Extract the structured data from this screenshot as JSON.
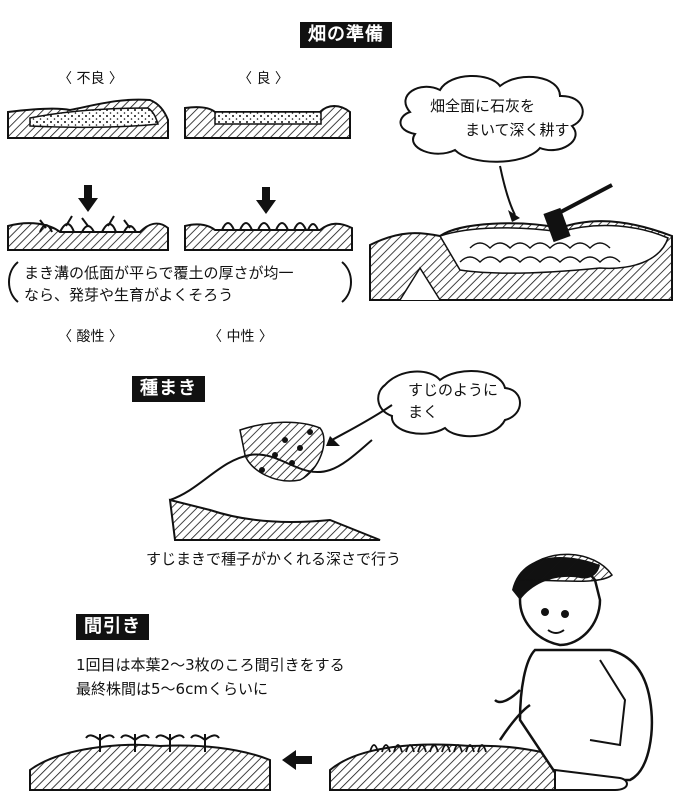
{
  "section1": {
    "title": "畑の準備",
    "label_bad": "〈 不良 〉",
    "label_good": "〈 良 〉",
    "note_line1": "まき溝の低面が平らで覆土の厚さが均一",
    "note_line2": "なら、発芽や生育がよくそろう",
    "label_acid": "〈 酸性 〉",
    "label_neutral": "〈 中性 〉",
    "bubble_line1": "畑全面に石灰を",
    "bubble_line2": "まいて深く耕す"
  },
  "section2": {
    "title": "種まき",
    "bubble_line1": "すじのように",
    "bubble_line2": "まく",
    "caption": "すじまきで種子がかくれる深さで行う"
  },
  "section3": {
    "title": "間引き",
    "line1": "1回目は本葉2〜3枚のころ間引きをする",
    "line2": "最終株間は5〜6cmくらいに"
  }
}
